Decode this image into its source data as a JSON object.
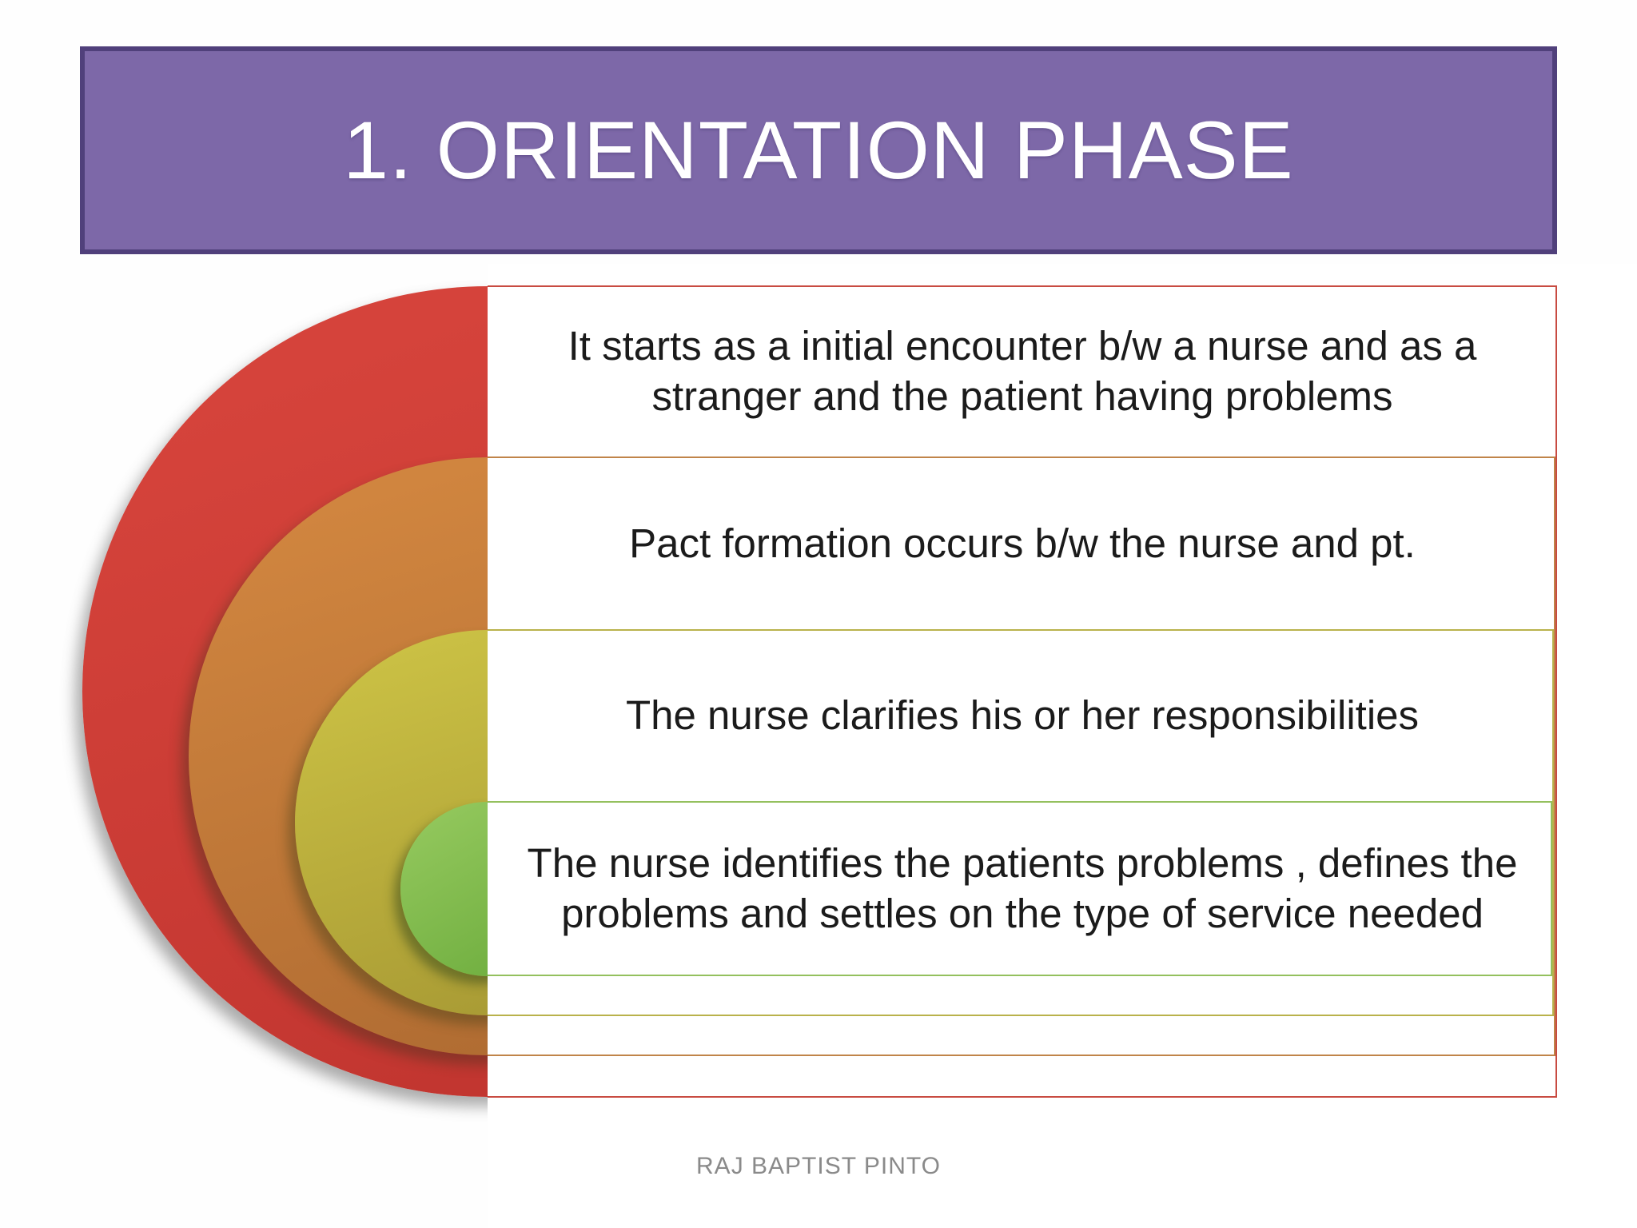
{
  "slide": {
    "title": "1. ORIENTATION PHASE",
    "footer": "RAJ BAPTIST PINTO"
  },
  "colors": {
    "banner_fill": "#7d68a8",
    "banner_border": "#50407b",
    "band_red": "#ce3b34",
    "band_orange": "#c87e3e",
    "band_olive": "#bfb33e",
    "band_green": "#7fbc4a",
    "row_border_red": "#c84b41",
    "row_border_orange": "#c08449",
    "row_border_olive": "#b9b24c",
    "row_border_green": "#94c05e",
    "footer_text": "#8a8a8a"
  },
  "diagram": {
    "type": "nested-half-circle-list",
    "items": [
      {
        "color_name": "red",
        "text": "It starts as a initial encounter b/w a nurse and as a\nstranger and the patient having problems"
      },
      {
        "color_name": "orange",
        "text": "Pact formation occurs b/w the nurse and pt."
      },
      {
        "color_name": "olive",
        "text": "The nurse clarifies his or her responsibilities"
      },
      {
        "color_name": "green",
        "text": "The nurse identifies the patients problems , defines the\nproblems and settles on the type of service needed"
      }
    ]
  }
}
